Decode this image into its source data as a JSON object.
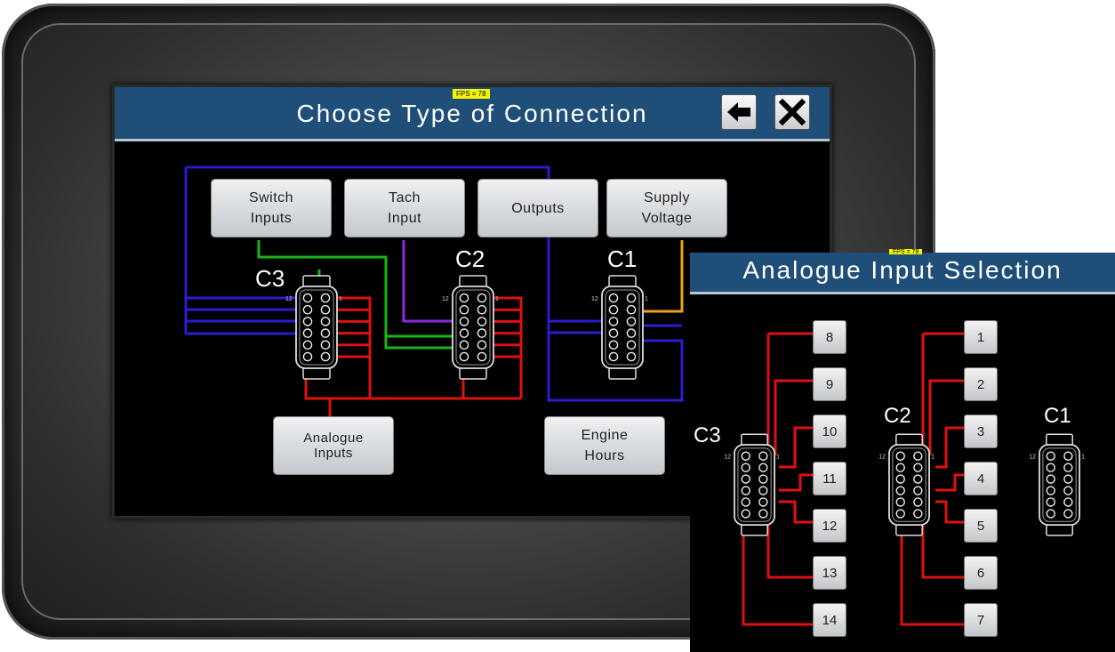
{
  "main_screen": {
    "title": "Choose Type of Connection",
    "fps": "FPS = 78",
    "nav": {
      "back_icon": "arrow-left-icon",
      "close_icon": "close-x-icon"
    },
    "buttons": {
      "switch_inputs": "Switch\nInputs",
      "tach_input": "Tach\nInput",
      "outputs": "Outputs",
      "supply_voltage": "Supply\nVoltage",
      "analogue_inputs": "Analogue\nInputs",
      "engine_hours": "Engine\nHours"
    },
    "connectors": {
      "c3": "C3",
      "c2": "C2",
      "c1": "C1"
    },
    "pin_tick_12": "12",
    "pin_tick_1": "1"
  },
  "popup": {
    "title": "Analogue Input Selection",
    "fps": "FPS = 78",
    "connectors": {
      "c3": "C3",
      "c2": "C2",
      "c1": "C1"
    },
    "c3_pins": [
      "8",
      "9",
      "10",
      "11",
      "12",
      "13",
      "14"
    ],
    "c2_pins": [
      "1",
      "2",
      "3",
      "4",
      "5",
      "6",
      "7"
    ]
  },
  "colors": {
    "title_bar": "#1f4e79",
    "wire_blue": "#2a1ccf",
    "wire_green": "#18b418",
    "wire_purple": "#8a2be2",
    "wire_orange": "#f0a020",
    "wire_red": "#e01010"
  }
}
